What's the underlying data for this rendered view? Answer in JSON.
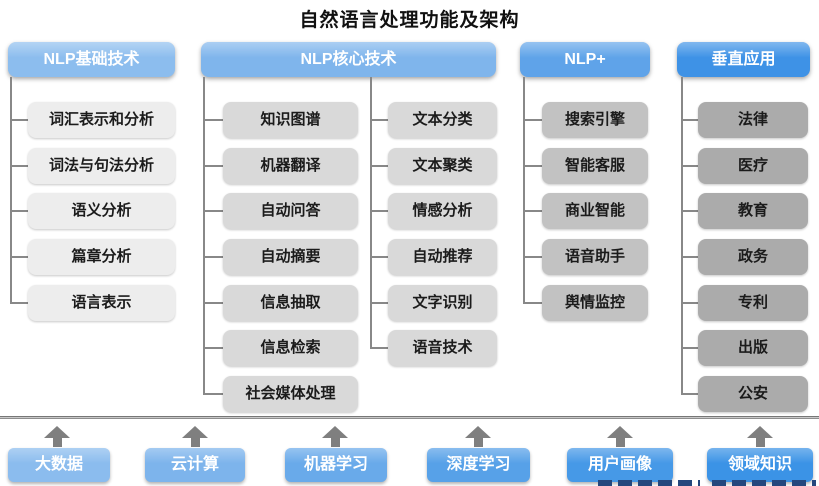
{
  "title": "自然语言处理功能及架构",
  "columns": [
    {
      "header": "NLP基础技术",
      "header_color": "#8cbdee",
      "item_color": "#ededed",
      "items": [
        "词汇表示和分析",
        "词法与句法分析",
        "语义分析",
        "篇章分析",
        "语言表示"
      ]
    },
    {
      "header": "NLP核心技术",
      "header_color": "#7fb5ec",
      "item_color": "#d9d9d9",
      "sub_columns": [
        [
          "知识图谱",
          "机器翻译",
          "自动问答",
          "自动摘要",
          "信息抽取",
          "信息检索",
          "社会媒体处理"
        ],
        [
          "文本分类",
          "文本聚类",
          "情感分析",
          "自动推荐",
          "文字识别",
          "语音技术"
        ]
      ]
    },
    {
      "header": "NLP+",
      "header_color": "#5fa3e9",
      "item_color": "#c2c2c2",
      "items": [
        "搜索引擎",
        "智能客服",
        "商业智能",
        "语音助手",
        "舆情监控"
      ]
    },
    {
      "header": "垂直应用",
      "header_color": "#3e92e6",
      "item_color": "#ababab",
      "items": [
        "法律",
        "医疗",
        "教育",
        "政务",
        "专利",
        "出版",
        "公安"
      ]
    }
  ],
  "foundation": {
    "items": [
      {
        "label": "大数据",
        "color": "#8bbcee"
      },
      {
        "label": "云计算",
        "color": "#7db4ec"
      },
      {
        "label": "机器学习",
        "color": "#69aaea"
      },
      {
        "label": "深度学习",
        "color": "#57a1e8"
      },
      {
        "label": "用户画像",
        "color": "#4699e7"
      },
      {
        "label": "领域知识",
        "color": "#3b93e6"
      }
    ]
  },
  "connector_color": "#888888",
  "arrow_color": "#7f7f7f"
}
